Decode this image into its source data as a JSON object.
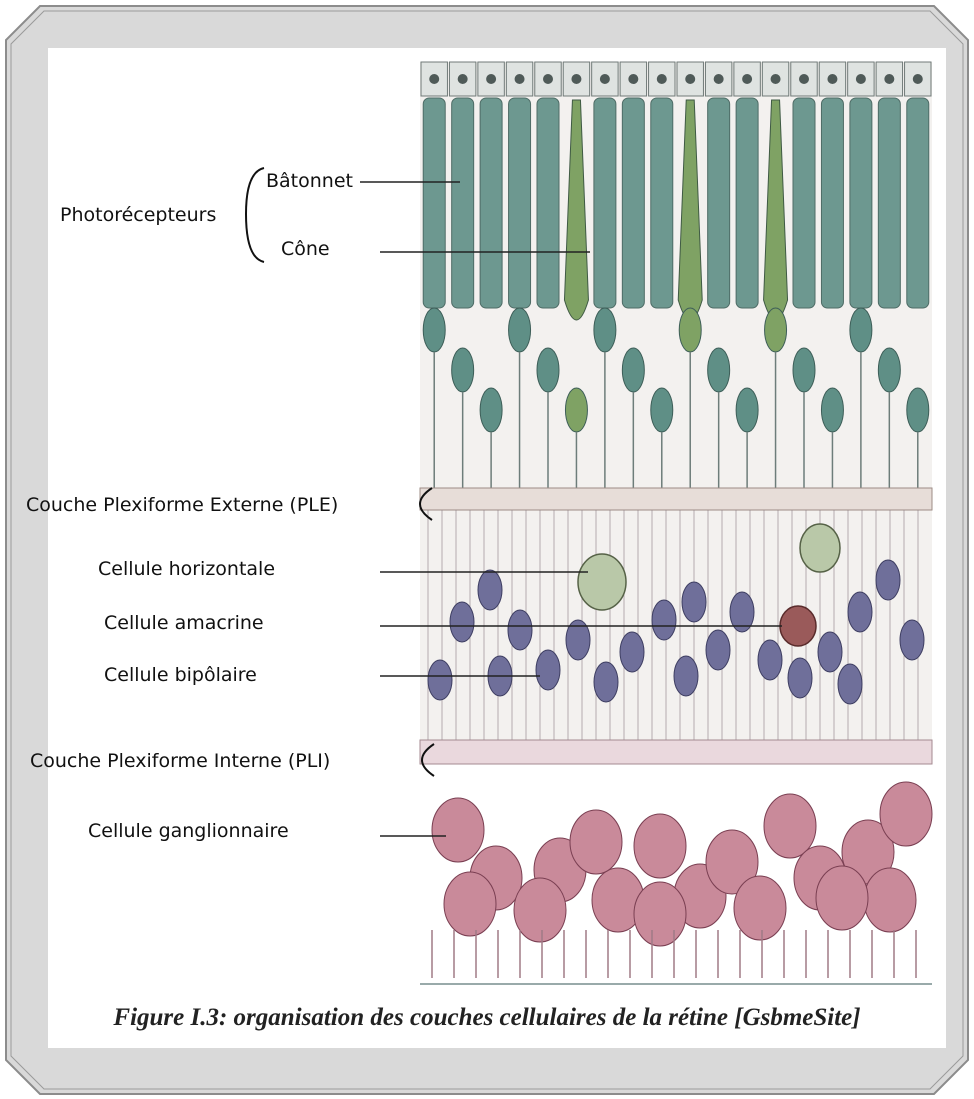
{
  "labels": {
    "photorecepteurs": "Photorécepteurs",
    "batonnet": "Bâtonnet",
    "cone": "Cône",
    "ple": "Couche Plexiforme Externe (PLE)",
    "horizontale": "Cellule horizontale",
    "amacrine": "Cellule amacrine",
    "bipolaire": "Cellule bipôlaire",
    "pli": "Couche Plexiforme Interne (PLI)",
    "ganglionnaire": "Cellule ganglionnaire"
  },
  "caption": "Figure I.3: organisation des couches cellulaires de la rétine [GsbmeSite]",
  "colors": {
    "frame": "#d9d9d9",
    "photoreceptor": "#5f8f86",
    "cone": "#7fa264",
    "bipolar": "#6f6f9a",
    "horizontal": "#b9c8a8",
    "amacrine": "#9a5a5a",
    "ganglion": "#c98a9a",
    "fiber": "#8b7f86"
  }
}
